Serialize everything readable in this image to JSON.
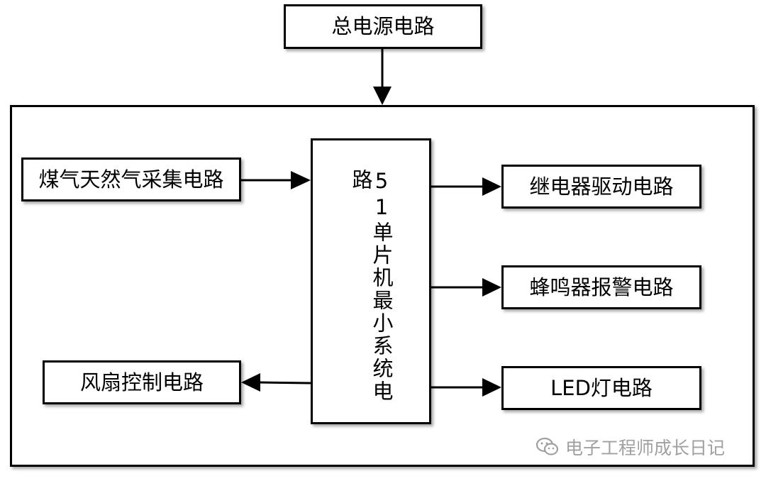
{
  "diagram": {
    "power": "总电源电路",
    "mcu": "51单片机最小系统电路",
    "gas_sensor": "煤气天然气采集电路",
    "relay": "继电器驱动电路",
    "buzzer": "蜂鸣器报警电路",
    "fan": "风扇控制电路",
    "led": "LED灯电路"
  },
  "watermark": {
    "text": "电子工程师成长日记",
    "icon": "wechat-icon"
  },
  "colors": {
    "line": "#000000",
    "watermark": "#a0a0a0"
  }
}
